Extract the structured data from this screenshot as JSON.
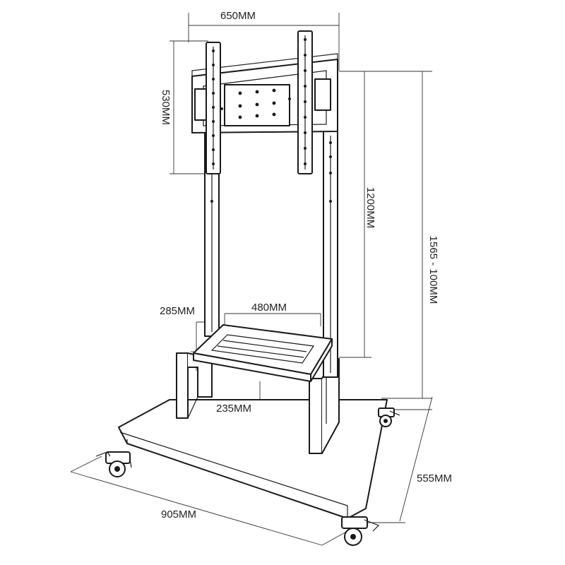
{
  "dimensions": {
    "mount_width": "650MM",
    "mount_height": "530MM",
    "post_height": "1200MM",
    "total_height": "1565 - 100MM",
    "shelf_depth": "285MM",
    "shelf_width": "480MM",
    "shelf_drop": "235MM",
    "base_depth": "555MM",
    "base_width": "905MM"
  }
}
